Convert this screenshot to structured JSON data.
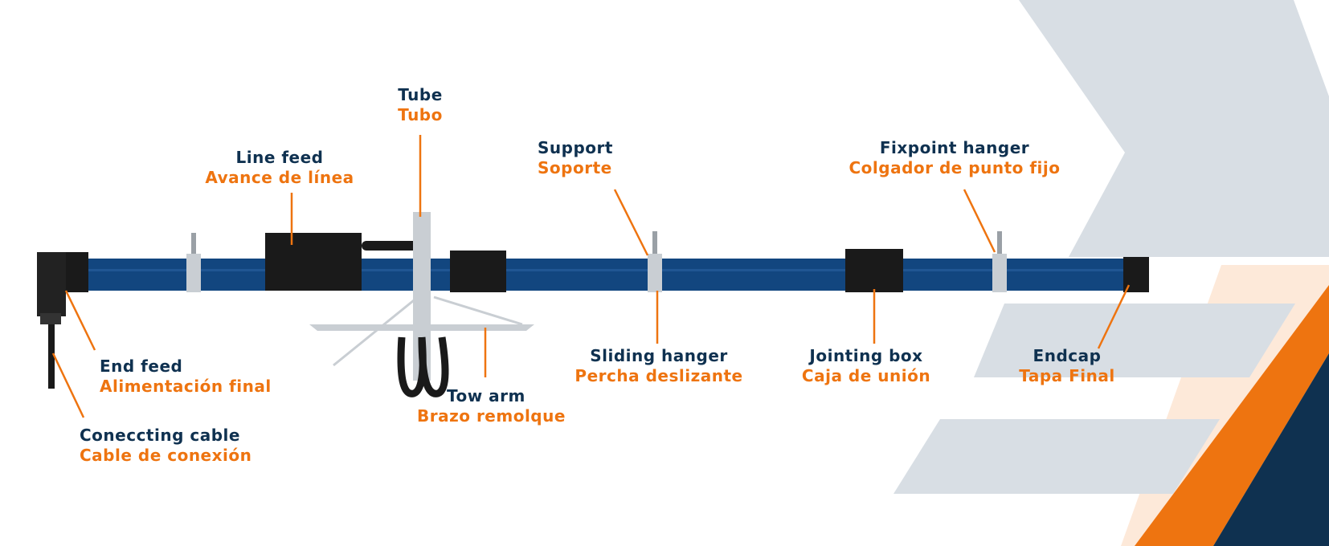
{
  "colors": {
    "navy": "#0f3150",
    "orange": "#ee7410",
    "rail_blue": "#12467f",
    "gray_panel": "#d8dee4",
    "peach": "#fde9d9",
    "dark_box": "#1a1a1a",
    "metal": "#c9ced3"
  },
  "labels": {
    "tube": {
      "en": "Tube",
      "es": "Tubo"
    },
    "line_feed": {
      "en": "Line feed",
      "es": "Avance de línea"
    },
    "support": {
      "en": "Support",
      "es": "Soporte"
    },
    "fixpoint_hanger": {
      "en": "Fixpoint hanger",
      "es": "Colgador de punto fijo"
    },
    "end_feed": {
      "en": "End feed",
      "es": "Alimentación final"
    },
    "connecting_cable": {
      "en": "Coneccting cable",
      "es": "Cable de conexión"
    },
    "tow_arm": {
      "en": "Tow arm",
      "es": "Brazo remolque"
    },
    "sliding_hanger": {
      "en": "Sliding hanger",
      "es": "Percha deslizante"
    },
    "jointing_box": {
      "en": "Jointing box",
      "es": "Caja de unión"
    },
    "endcap": {
      "en": "Endcap",
      "es": "Tapa Final"
    }
  }
}
